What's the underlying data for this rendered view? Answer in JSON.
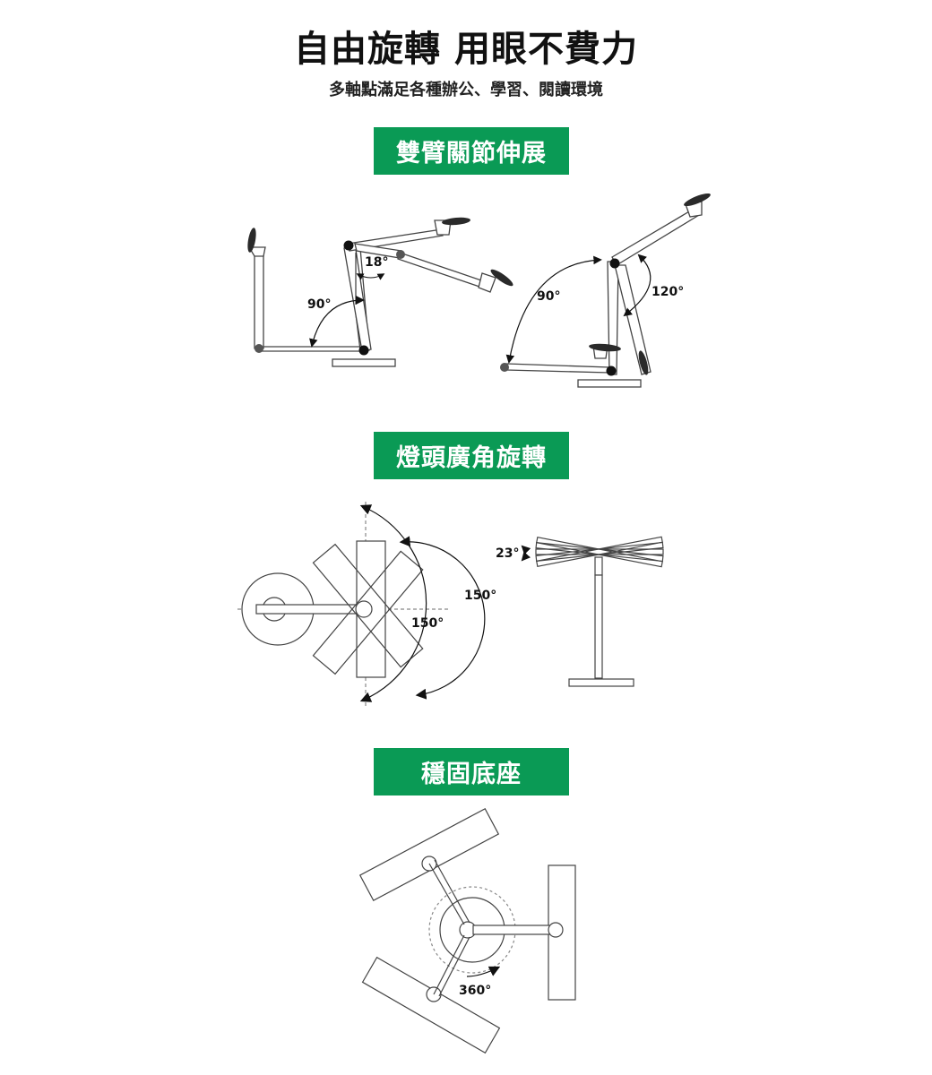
{
  "header": {
    "title": "自由旋轉 用眼不費力",
    "subtitle": "多軸點滿足各種辦公、學習、閱讀環境"
  },
  "sections": [
    {
      "label": "雙臂關節伸展",
      "angles": [
        "18°",
        "90°",
        "90°",
        "120°"
      ]
    },
    {
      "label": "燈頭廣角旋轉",
      "angles": [
        "150°",
        "150°",
        "23°"
      ]
    },
    {
      "label": "穩固底座",
      "angles": [
        "360°"
      ]
    }
  ],
  "colors": {
    "accent": "#0a9a55",
    "line": "#333333"
  }
}
